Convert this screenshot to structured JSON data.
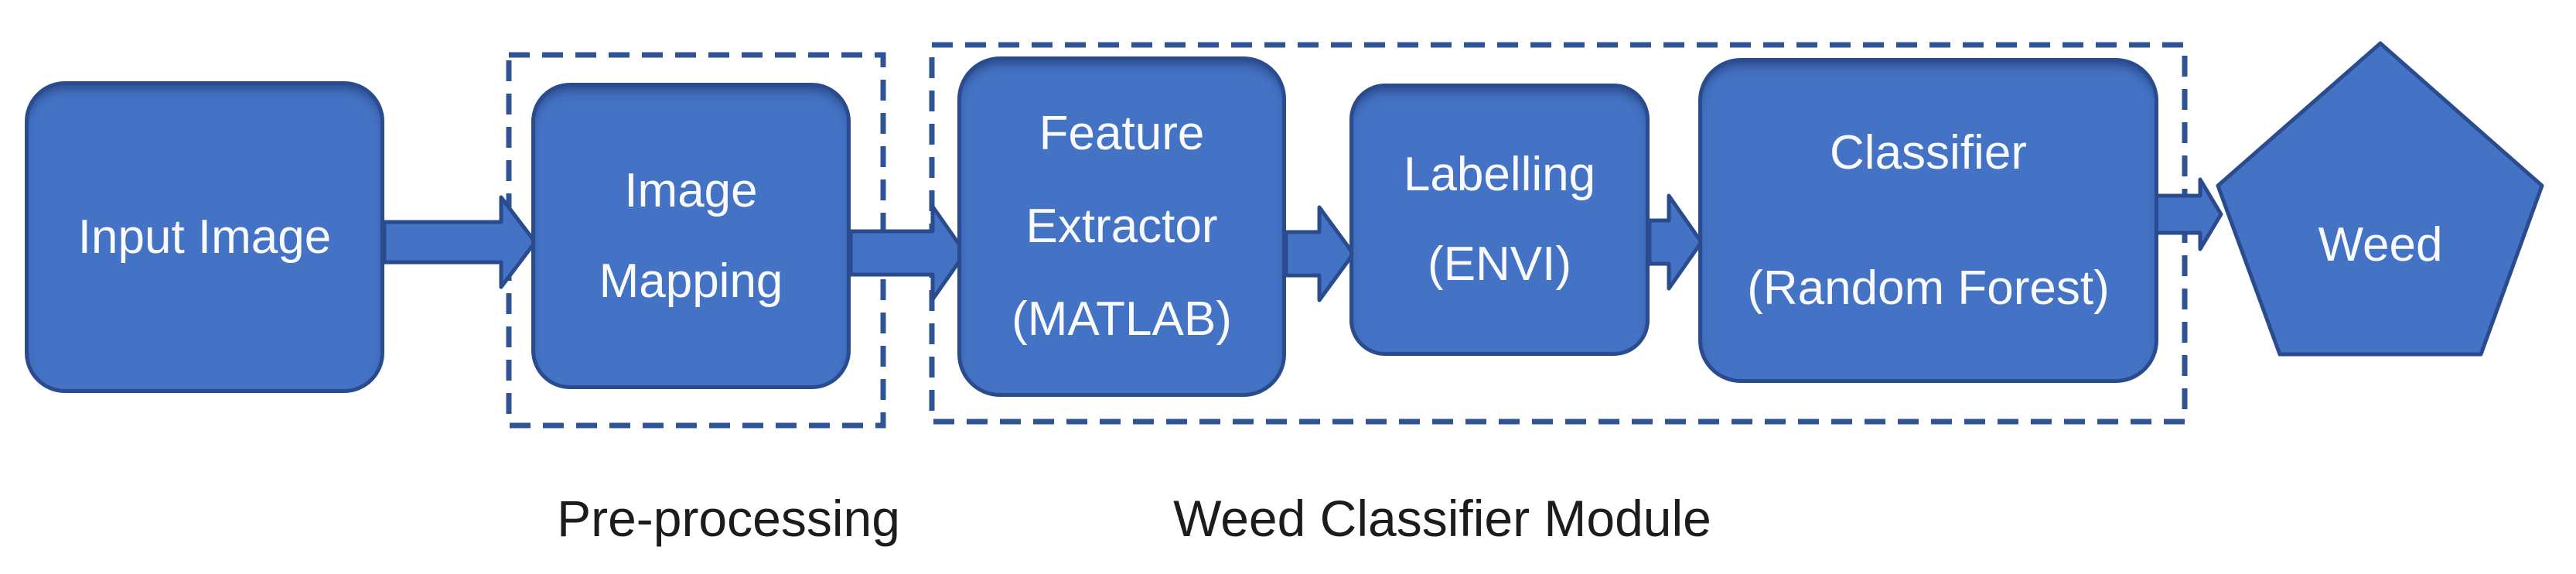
{
  "diagram_type": "flowchart",
  "colors": {
    "node_fill": "#4472C4",
    "node_border": "#2A4B8D",
    "group_dashed_border": "#2F5496",
    "node_text": "#F8FAFD",
    "caption_text": "#1C1C1C",
    "background": "#FFFFFF"
  },
  "nodes": {
    "input_image": {
      "shape": "rounded-rectangle",
      "lines": [
        "Input Image"
      ]
    },
    "image_mapping": {
      "shape": "rounded-rectangle",
      "lines": [
        "Image",
        "Mapping"
      ]
    },
    "feature_extractor": {
      "shape": "rounded-rectangle",
      "lines": [
        "Feature",
        "Extractor",
        "(MATLAB)"
      ]
    },
    "labelling": {
      "shape": "rounded-rectangle",
      "lines": [
        "Labelling",
        "(ENVI)"
      ]
    },
    "classifier": {
      "shape": "rounded-rectangle",
      "lines": [
        "Classifier",
        "(Random Forest)"
      ]
    },
    "weed": {
      "shape": "pentagon",
      "lines": [
        "Weed"
      ]
    }
  },
  "groups": {
    "pre_processing": {
      "label": "Pre-processing",
      "contains": [
        "image_mapping"
      ]
    },
    "weed_classifier_module": {
      "label": "Weed Classifier Module",
      "contains": [
        "feature_extractor",
        "labelling",
        "classifier"
      ]
    }
  },
  "connections": [
    {
      "from": "input_image",
      "to": "image_mapping"
    },
    {
      "from": "image_mapping",
      "to": "feature_extractor"
    },
    {
      "from": "feature_extractor",
      "to": "labelling"
    },
    {
      "from": "labelling",
      "to": "classifier"
    },
    {
      "from": "classifier",
      "to": "weed"
    }
  ]
}
